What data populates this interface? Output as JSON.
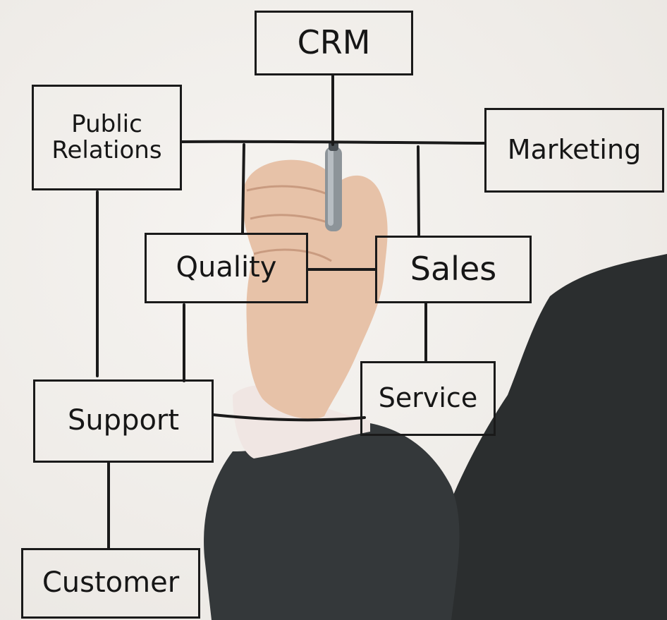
{
  "diagram": {
    "nodes": {
      "crm": "CRM",
      "public_relations": "Public\nRelations",
      "marketing": "Marketing",
      "quality": "Quality",
      "sales": "Sales",
      "service": "Service",
      "support": "Support",
      "customer": "Customer"
    },
    "edges": [
      [
        "crm",
        "public_relations"
      ],
      [
        "crm",
        "marketing"
      ],
      [
        "crm",
        "quality"
      ],
      [
        "crm",
        "sales"
      ],
      [
        "quality",
        "sales"
      ],
      [
        "sales",
        "service"
      ],
      [
        "quality",
        "support"
      ],
      [
        "public_relations",
        "support"
      ],
      [
        "service",
        "support"
      ],
      [
        "support",
        "customer"
      ]
    ]
  },
  "colors": {
    "ink": "#1a1a1a",
    "background": "#f1efeb",
    "suit": "#2b2e2f",
    "skin": "#e7c2a8",
    "cuff": "#f0e6e3"
  },
  "icons": {
    "marker": "marker-pen-icon"
  }
}
